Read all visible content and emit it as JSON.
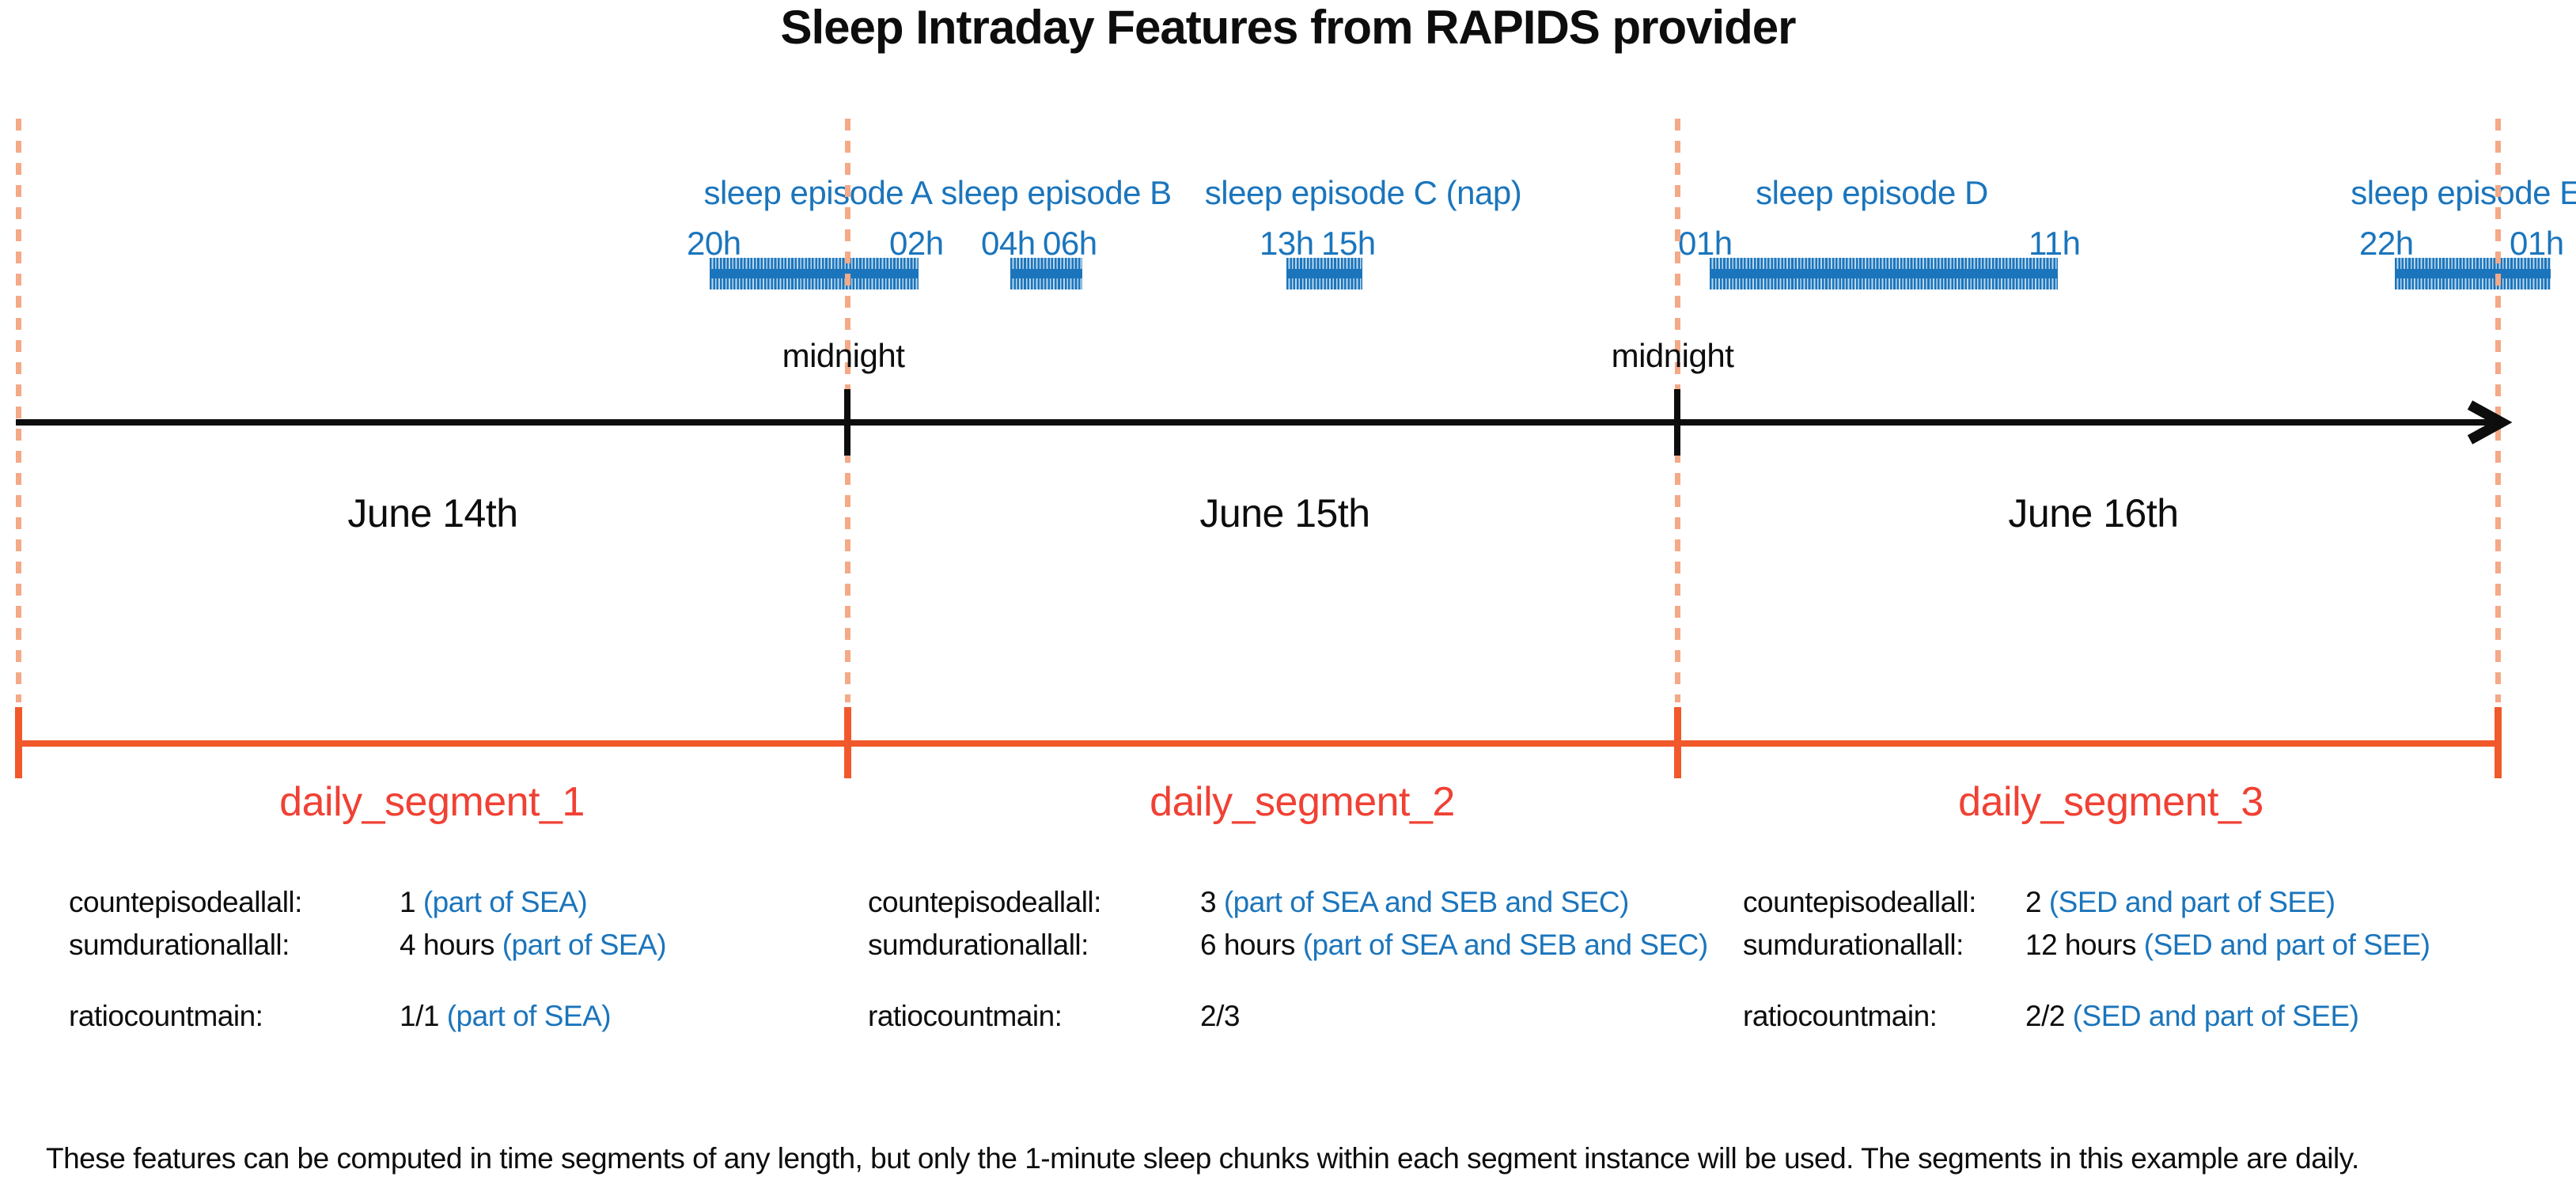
{
  "title": "Sleep Intraday Features from RAPIDS provider",
  "colors": {
    "episode_blue": "#1B75BC",
    "stripe_light_blue": "#BBD6EC",
    "bracket_orange": "#F1592B",
    "dashed_peach": "#F4A987",
    "segment_red": "#F04134",
    "text_black": "#0d0d0d"
  },
  "timeline": {
    "midnight_labels": [
      "midnight",
      "midnight"
    ],
    "dates": [
      "June 14th",
      "June 15th",
      "June 16th"
    ]
  },
  "episodes": [
    {
      "label": "sleep episode A",
      "start": "20h",
      "end": "02h"
    },
    {
      "label": "sleep episode B",
      "start": "04h",
      "end": "06h"
    },
    {
      "label": "sleep episode C (nap)",
      "start": "13h",
      "end": "15h"
    },
    {
      "label": "sleep episode D",
      "start": "01h",
      "end": "11h"
    },
    {
      "label": "sleep episode E",
      "start": "22h",
      "end": "01h"
    }
  ],
  "segments": [
    {
      "name": "daily_segment_1",
      "features": [
        {
          "label": "countepisodeallall:",
          "value": "1",
          "note": "(part of SEA)"
        },
        {
          "label": "sumdurationallall:",
          "value": "4 hours",
          "note": "(part of SEA)"
        },
        {
          "label": "ratiocountmain:",
          "value": "1/1",
          "note": "(part of SEA)"
        }
      ]
    },
    {
      "name": "daily_segment_2",
      "features": [
        {
          "label": "countepisodeallall:",
          "value": "3",
          "note": "(part of SEA and SEB and SEC)"
        },
        {
          "label": "sumdurationallall:",
          "value": "6 hours",
          "note": "(part of SEA and SEB and SEC)"
        },
        {
          "label": "ratiocountmain:",
          "value": "2/3",
          "note": ""
        }
      ]
    },
    {
      "name": "daily_segment_3",
      "features": [
        {
          "label": "countepisodeallall:",
          "value": "2",
          "note": "(SED and part of SEE)"
        },
        {
          "label": "sumdurationallall:",
          "value": "12 hours",
          "note": "(SED and part of SEE)"
        },
        {
          "label": "ratiocountmain:",
          "value": "2/2",
          "note": "(SED and part of SEE)"
        }
      ]
    }
  ],
  "footnote": "These features can be computed in time segments of any length, but only the 1-minute sleep chunks within each segment instance will be used. The segments in this example are daily."
}
